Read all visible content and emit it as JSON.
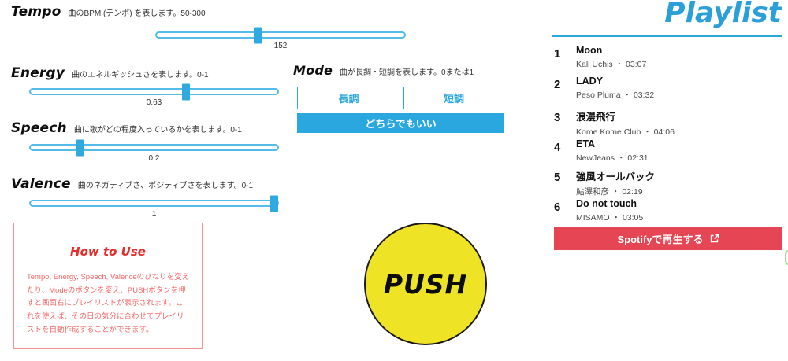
{
  "colors": {
    "accent_blue": "#2AA7DF",
    "title_blue": "#2B9FD9",
    "spotify_red": "#E64553",
    "howto_red": "#E52B2B",
    "howto_body_red": "#F26A6A",
    "push_yellow": "#EFE326",
    "edge_green": "#A6D79F"
  },
  "sliders": {
    "tempo": {
      "label": "Tempo",
      "desc": "曲のBPM (テンポ) を表します。50-300",
      "value": "152",
      "min": 50,
      "max": 300,
      "pos_percent": 40.8
    },
    "energy": {
      "label": "Energy",
      "desc": "曲のエネルギッシュさを表します。0-1",
      "value": "0.63",
      "min": 0,
      "max": 1,
      "pos_percent": 63
    },
    "speech": {
      "label": "Speech",
      "desc": "曲に歌がどの程度入っているかを表します。0-1",
      "value": "0.2",
      "min": 0,
      "max": 1,
      "pos_percent": 20
    },
    "valence": {
      "label": "Valence",
      "desc": "曲のネガティブさ、ポジティブさを表します。0-1",
      "value": "1",
      "min": 0,
      "max": 1,
      "pos_percent": 100
    }
  },
  "mode": {
    "label": "Mode",
    "desc": "曲が長調・短調を表します。0または1",
    "major_label": "長調",
    "minor_label": "短調",
    "either_label": "どちらでもいい"
  },
  "how_to_use": {
    "title": "How to Use",
    "body": "Tempo, Energy, Speech, Valenceのひねりを変えたり、Modeのボタンを変え、PUSHボタンを押すと画面右にプレイリストが表示されます。これを使えば、その日の気分に合わせてプレイリストを自動作成することができます。"
  },
  "push_button": {
    "label": "PUSH"
  },
  "playlist": {
    "title": "Playlist",
    "sep": "・",
    "tracks": [
      {
        "no": "1",
        "title": "Moon",
        "artist": "Kali Uchis",
        "duration": "03:07"
      },
      {
        "no": "2",
        "title": "LADY",
        "artist": "Peso Pluma",
        "duration": "03:32"
      },
      {
        "no": "3",
        "title": "浪漫飛行",
        "artist": "Kome Kome Club",
        "duration": "04:06"
      },
      {
        "no": "4",
        "title": "ETA",
        "artist": "NewJeans",
        "duration": "02:31"
      },
      {
        "no": "5",
        "title": "強風オールバック",
        "artist": "鮎澤和彦",
        "duration": "02:19"
      },
      {
        "no": "6",
        "title": "Do not touch",
        "artist": "MISAMO",
        "duration": "03:05"
      }
    ],
    "spotify_button_label": "Spotifyで再生する"
  }
}
